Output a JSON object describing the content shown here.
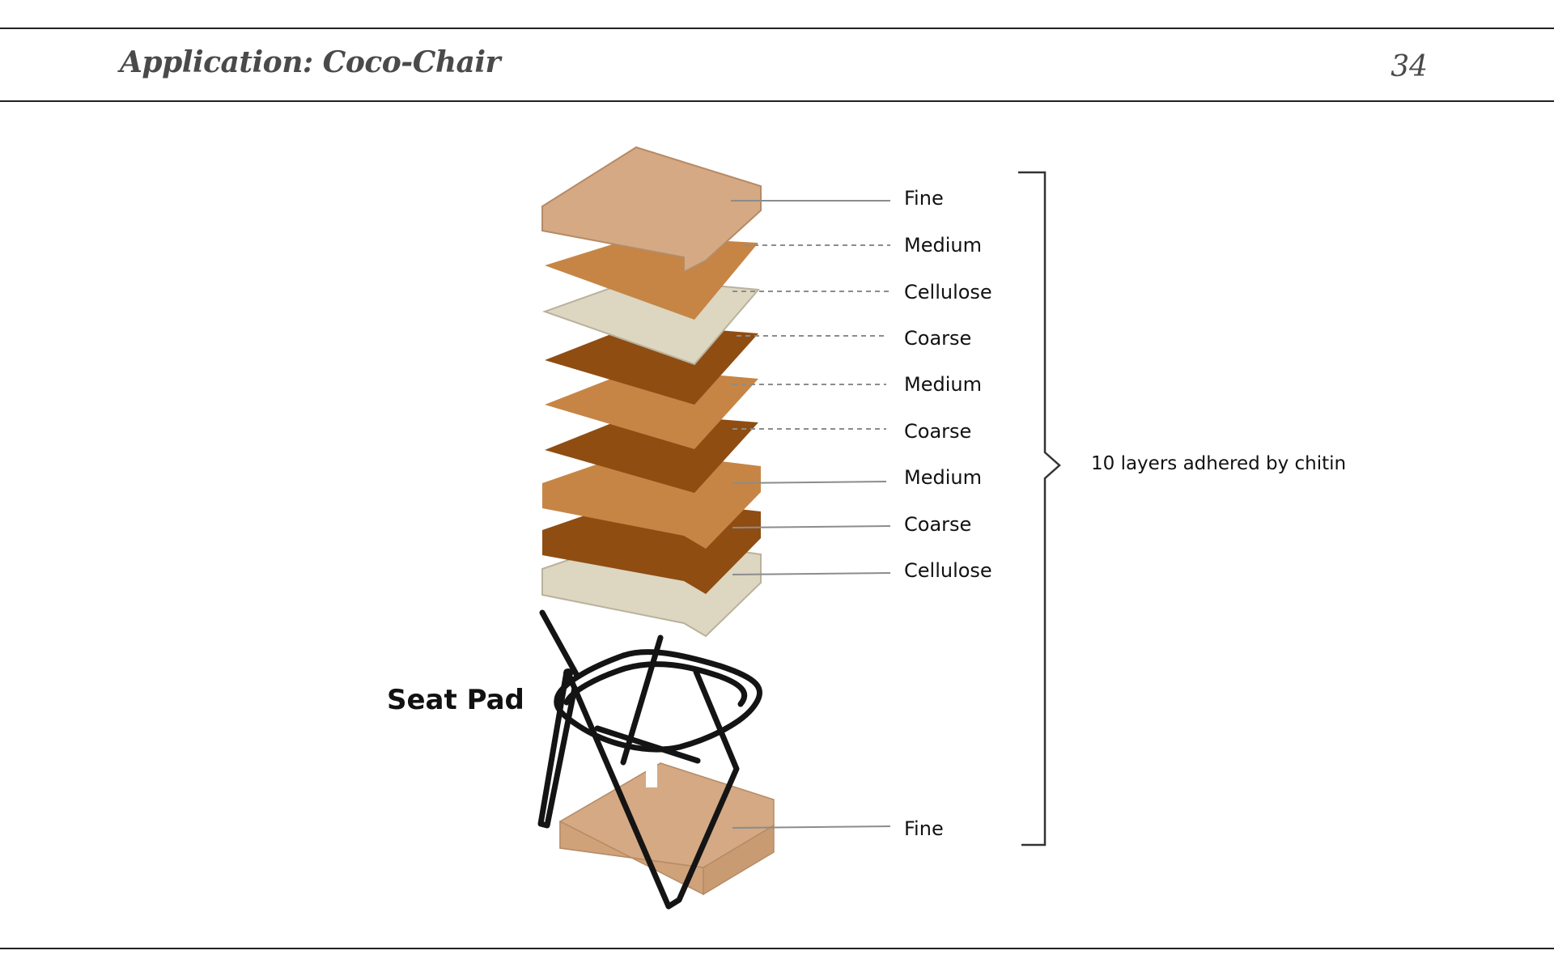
{
  "header": {
    "title": "Application: Coco-Chair",
    "page_number": "34"
  },
  "diagram": {
    "part_label": "Seat Pad",
    "bracket_label": "10 layers adhered by chitin",
    "layers": [
      {
        "label": "Fine",
        "color": "#d4a983"
      },
      {
        "label": "Medium",
        "color": "#c68545"
      },
      {
        "label": "Cellulose",
        "color": "#ddd6c0"
      },
      {
        "label": "Coarse",
        "color": "#8f4d12"
      },
      {
        "label": "Medium",
        "color": "#c68545"
      },
      {
        "label": "Coarse",
        "color": "#8f4d12"
      },
      {
        "label": "Medium",
        "color": "#c68545"
      },
      {
        "label": "Coarse",
        "color": "#8f4d12"
      },
      {
        "label": "Cellulose",
        "color": "#ddd6c0"
      },
      {
        "label": "Fine",
        "color": "#d4a983"
      }
    ],
    "colors": {
      "leader": "#8c8c8c",
      "bracket": "#333333",
      "frame": "#141414"
    }
  }
}
